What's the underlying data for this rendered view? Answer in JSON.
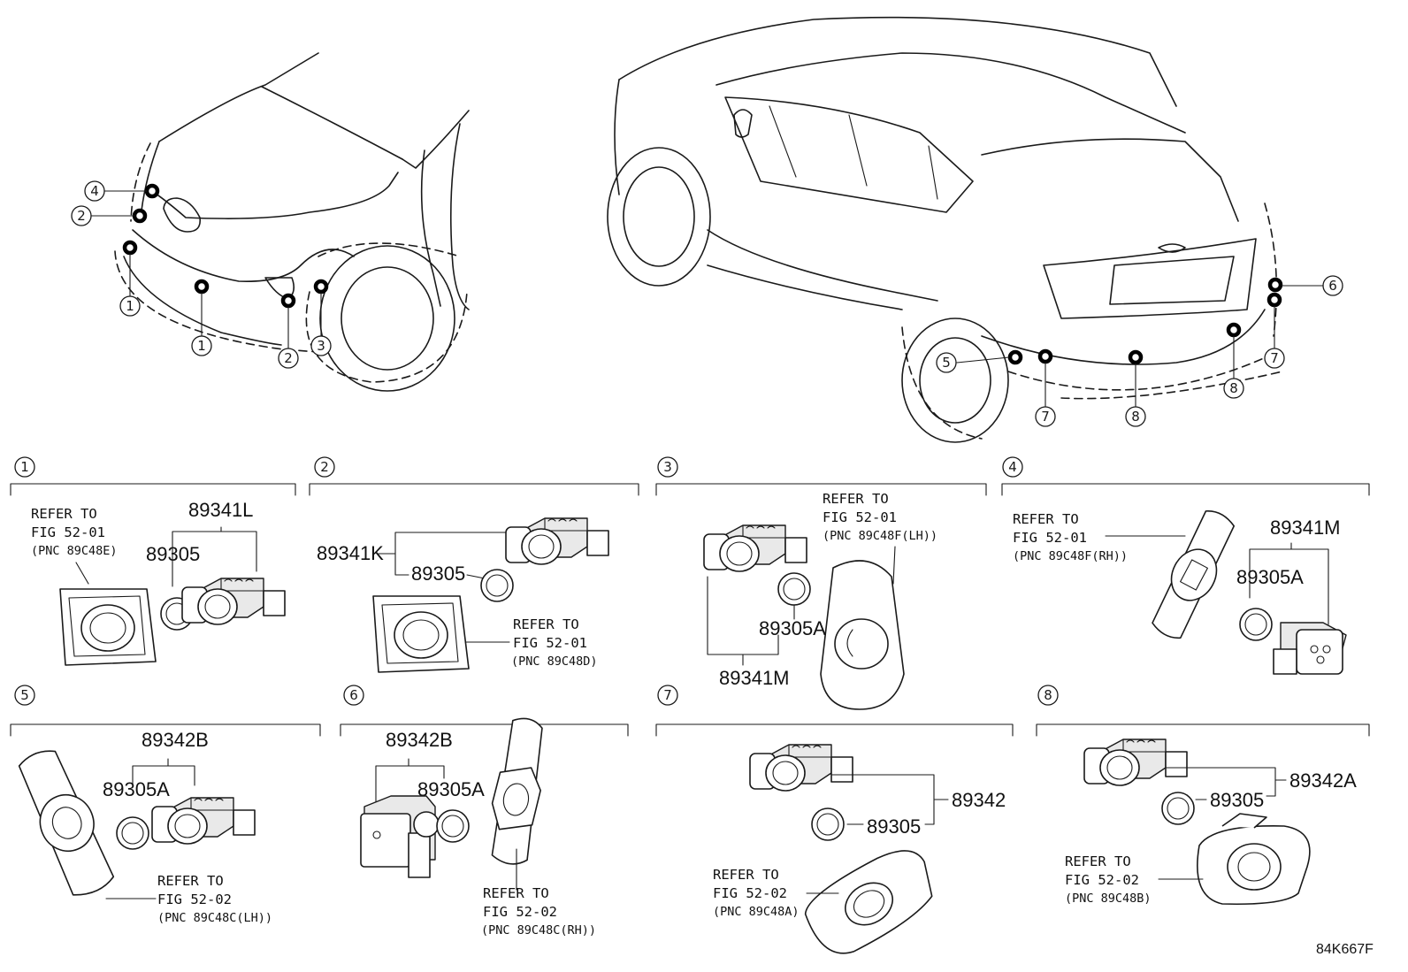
{
  "callouts": {
    "c1": "1",
    "c2": "2",
    "c3": "3",
    "c4": "4",
    "c5": "5",
    "c6": "6",
    "c7": "7",
    "c8": "8"
  },
  "panels": [
    {
      "number": "1",
      "parts": [
        "89341L",
        "89305"
      ],
      "refer": [
        "REFER TO",
        "FIG 52-01",
        "(PNC 89C48E)"
      ]
    },
    {
      "number": "2",
      "parts": [
        "89341K",
        "89305"
      ],
      "refer": [
        "REFER TO",
        "FIG 52-01",
        "(PNC 89C48D)"
      ]
    },
    {
      "number": "3",
      "parts": [
        "89305A",
        "89341M"
      ],
      "refer": [
        "REFER TO",
        "FIG 52-01",
        "(PNC 89C48F(LH))"
      ]
    },
    {
      "number": "4",
      "parts": [
        "89341M",
        "89305A"
      ],
      "refer": [
        "REFER TO",
        "FIG 52-01",
        "(PNC 89C48F(RH))"
      ]
    },
    {
      "number": "5",
      "parts": [
        "89342B",
        "89305A"
      ],
      "refer": [
        "REFER TO",
        "FIG 52-02",
        "(PNC 89C48C(LH))"
      ]
    },
    {
      "number": "6",
      "parts": [
        "89342B",
        "89305A"
      ],
      "refer": [
        "REFER TO",
        "FIG 52-02",
        "(PNC 89C48C(RH))"
      ]
    },
    {
      "number": "7",
      "parts": [
        "89342",
        "89305"
      ],
      "refer": [
        "REFER TO",
        "FIG 52-02",
        "(PNC 89C48A)"
      ]
    },
    {
      "number": "8",
      "parts": [
        "89342A",
        "89305"
      ],
      "refer": [
        "REFER TO",
        "FIG 52-02",
        "(PNC 89C48B)"
      ]
    }
  ],
  "drawing_code": "84K667F"
}
